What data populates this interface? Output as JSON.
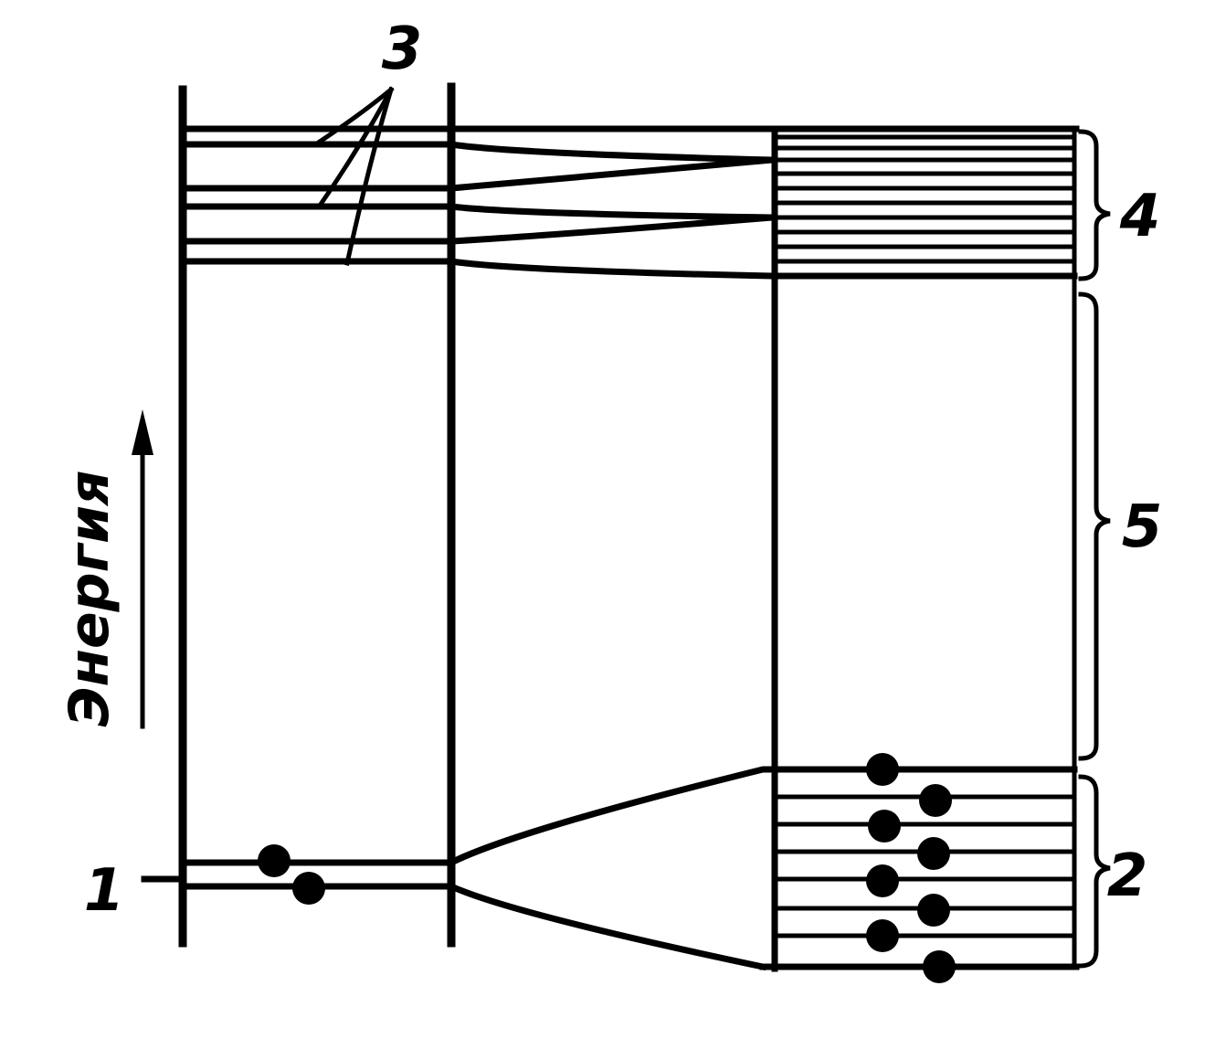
{
  "axis": {
    "label": "Энергия"
  },
  "labels": {
    "atom_levels": "1",
    "valence_band": "2",
    "split_levels": "3",
    "conduction_band": "4",
    "band_gap": "5"
  },
  "colors": {
    "ink": "#000000",
    "background": "#ffffff"
  }
}
